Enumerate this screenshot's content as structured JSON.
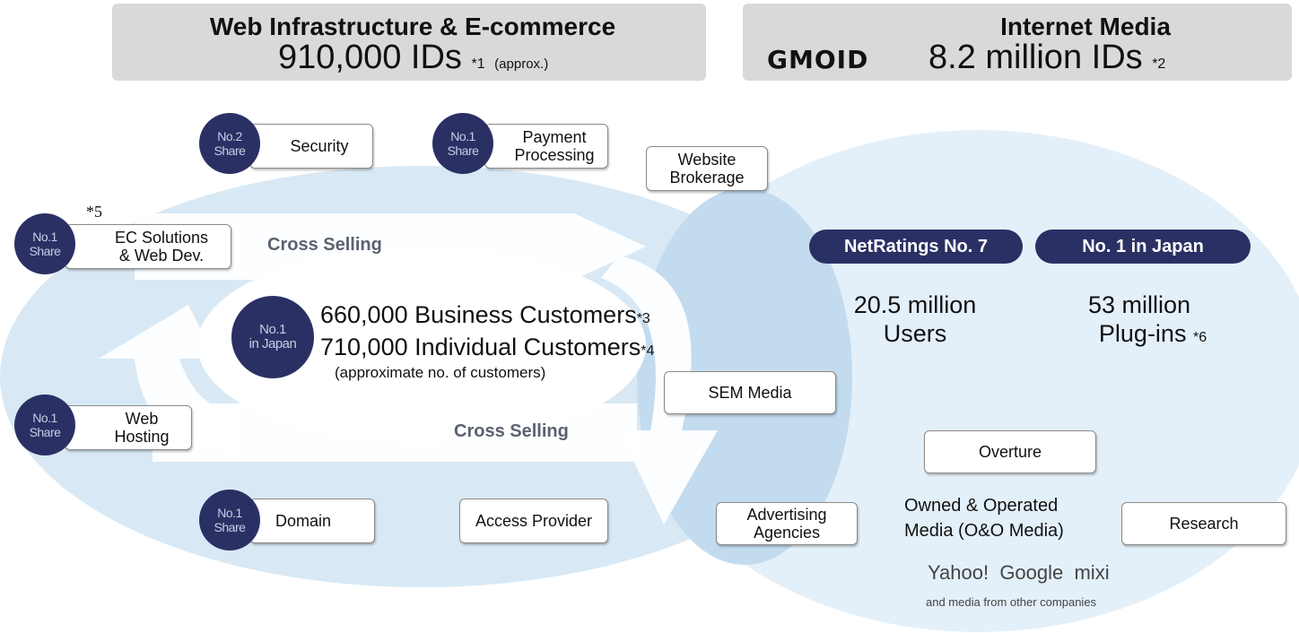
{
  "colors": {
    "navy": "#2b3064",
    "light_blue": "#d8e9f5",
    "mid_blue": "#bcd6ea",
    "header_gray": "#d9d9d9"
  },
  "left_header": {
    "title": "Web Infrastructure & E-commerce",
    "count": "910,000 IDs",
    "note": "*1",
    "note2": "(approx.)"
  },
  "right_header": {
    "title": "Internet Media",
    "logo": "GMOID",
    "count": "8.2 million IDs",
    "note": "*2"
  },
  "badges": {
    "security": [
      "No.2",
      "Share"
    ],
    "payment": [
      "No.1",
      "Share"
    ],
    "ec": [
      "No.1",
      "Share"
    ],
    "customers": [
      "No.1",
      "in Japan"
    ],
    "hosting": [
      "No.1",
      "Share"
    ],
    "domain": [
      "No.1",
      "Share"
    ]
  },
  "services": {
    "security": "Security",
    "payment_1": "Payment",
    "payment_2": "Processing",
    "brokerage_1": "Website",
    "brokerage_2": "Brokerage",
    "ec_note": "*5",
    "ec_1": "EC Solutions",
    "ec_2": "& Web Dev.",
    "hosting_1": "Web",
    "hosting_2": "Hosting",
    "domain": "Domain",
    "access": "Access Provider",
    "sem": "SEM Media",
    "agencies_1": "Advertising",
    "agencies_2": "Agencies",
    "overture": "Overture",
    "research": "Research"
  },
  "cross_selling": {
    "top": "Cross Selling",
    "bottom": "Cross Selling"
  },
  "customers": {
    "business": "660,000 Business Customers",
    "business_note": "*3",
    "individual": "710,000 Individual Customers",
    "individual_note": "*4",
    "caption": "(approximate no. of customers)"
  },
  "media": {
    "netratings": "NetRatings No. 7",
    "no1_japan": "No. 1 in Japan",
    "users_1": "20.5 million",
    "users_2": "Users",
    "plugins_1": "53 million",
    "plugins_2": "Plug-ins",
    "plugins_note": "*6",
    "oo_1": "Owned & Operated",
    "oo_2": "Media (O&O Media)",
    "partners": "Yahoo!  Google  mixi",
    "partners_note": "and media from other companies"
  }
}
